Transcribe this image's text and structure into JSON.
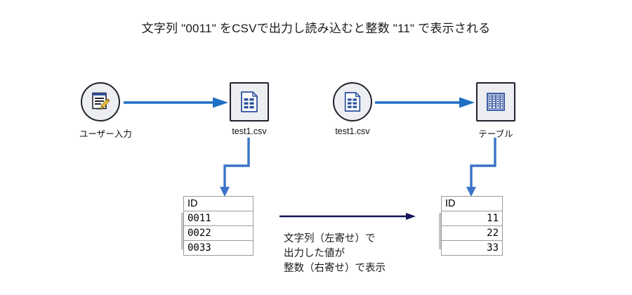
{
  "title": "文字列 \"0011\" をCSVで出力し読み込むと整数 \"11\" で表示される",
  "colors": {
    "arrow_blue": "#1f6fc4",
    "arrow_navy": "#14145a",
    "icon_blue": "#2c4f9e",
    "node_border": "#20232c",
    "node_fill": "#eceef1",
    "table_border": "#9a9a9a"
  },
  "nodes": {
    "user_input": {
      "label": "ユーザー入力",
      "shape": "circle",
      "icon": "document-pencil-icon"
    },
    "csv_out": {
      "label": "test1.csv",
      "shape": "square",
      "icon": "csv-file-icon"
    },
    "csv_in": {
      "label": "test1.csv",
      "shape": "circle",
      "icon": "csv-file-icon"
    },
    "table_node": {
      "label": "テーブル",
      "shape": "square",
      "icon": "table-grid-icon"
    }
  },
  "tables": {
    "left": {
      "header": "ID",
      "align": "left",
      "rows": [
        "0011",
        "0022",
        "0033"
      ]
    },
    "right": {
      "header": "ID",
      "align": "right",
      "rows": [
        "11",
        "22",
        "33"
      ]
    }
  },
  "caption": {
    "line1": "文字列（左寄せ）で",
    "line2": "出力した値が",
    "line3": "整数（右寄せ）で表示"
  }
}
